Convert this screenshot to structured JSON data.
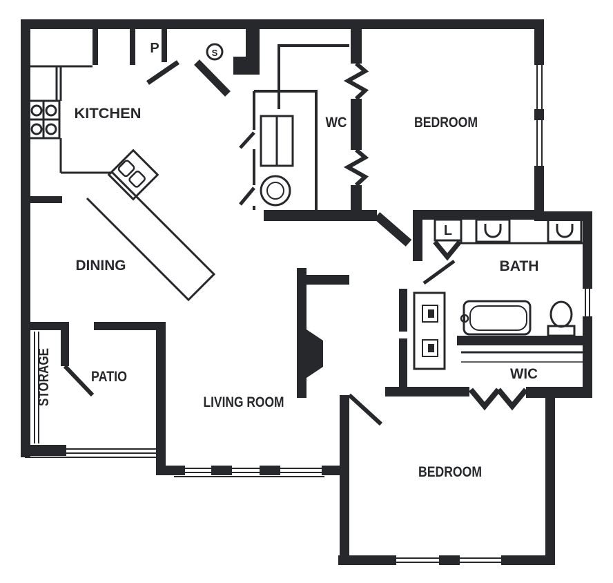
{
  "floorplan": {
    "background": "#ffffff",
    "wall_color": "#26282c",
    "rooms": [
      {
        "id": "kitchen",
        "label": "KITCHEN"
      },
      {
        "id": "dining",
        "label": "DINING"
      },
      {
        "id": "wc",
        "label": "WC"
      },
      {
        "id": "bedroom-1",
        "label": "BEDROOM"
      },
      {
        "id": "bath",
        "label": "BATH"
      },
      {
        "id": "wic",
        "label": "WIC"
      },
      {
        "id": "patio",
        "label": "PATIO"
      },
      {
        "id": "storage",
        "label": "STORAGE"
      },
      {
        "id": "living-room",
        "label": "LIVING ROOM"
      },
      {
        "id": "bedroom-2",
        "label": "BEDROOM"
      }
    ],
    "symbols": [
      {
        "id": "pantry",
        "label": "P"
      },
      {
        "id": "linen-closet",
        "label": "L"
      },
      {
        "id": "entry-symbol",
        "label": "S"
      }
    ]
  }
}
